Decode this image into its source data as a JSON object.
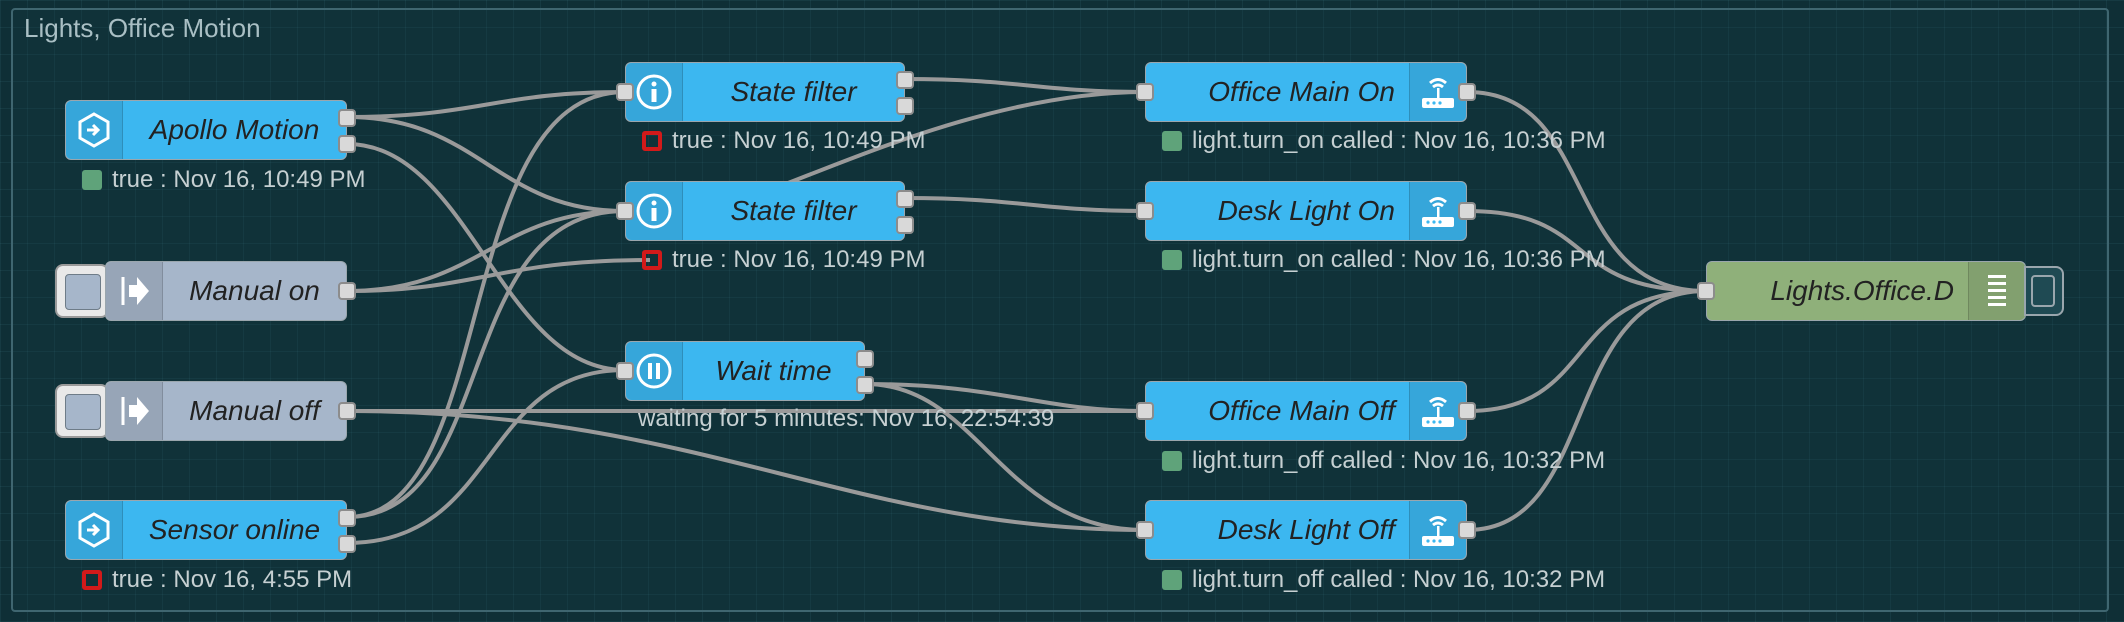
{
  "group": {
    "label": "Lights, Office Motion"
  },
  "colors": {
    "background": "#0f2f36",
    "ha_node": "#3cb7f0",
    "inject_node": "#a6b6ca",
    "debug_node": "#8fb07a",
    "wire": "#9a9a9a",
    "status_ok": "#5fa37a",
    "status_error": "#d21a1a"
  },
  "nodes": {
    "apollo_motion": {
      "label": "Apollo Motion",
      "icon": "ha-event-icon",
      "status": "true : Nov 16, 10:49 PM"
    },
    "manual_on": {
      "label": "Manual on",
      "icon": "inject-arrow-icon"
    },
    "manual_off": {
      "label": "Manual off",
      "icon": "inject-arrow-icon"
    },
    "sensor_online": {
      "label": "Sensor online",
      "icon": "ha-event-icon",
      "status": "true : Nov 16, 4:55 PM"
    },
    "state_filter_1": {
      "label": "State filter",
      "icon": "info-icon",
      "status": "true : Nov 16, 10:49 PM"
    },
    "state_filter_2": {
      "label": "State filter",
      "icon": "info-icon",
      "status": "true : Nov 16, 10:49 PM"
    },
    "wait_time": {
      "label": "Wait time",
      "icon": "pause-icon",
      "status": "waiting for 5 minutes: Nov 16, 22:54:39"
    },
    "office_main_on": {
      "label": "Office Main On",
      "icon": "router-icon",
      "status": "light.turn_on called : Nov 16, 10:36 PM"
    },
    "desk_light_on": {
      "label": "Desk Light On",
      "icon": "router-icon",
      "status": "light.turn_on called : Nov 16, 10:36 PM"
    },
    "office_main_off": {
      "label": "Office Main Off",
      "icon": "router-icon",
      "status": "light.turn_off called : Nov 16, 10:32 PM"
    },
    "desk_light_off": {
      "label": "Desk Light Off",
      "icon": "router-icon",
      "status": "light.turn_off called : Nov 16, 10:32 PM"
    },
    "debug": {
      "label": "Lights.Office.D",
      "icon": "list-icon"
    }
  }
}
